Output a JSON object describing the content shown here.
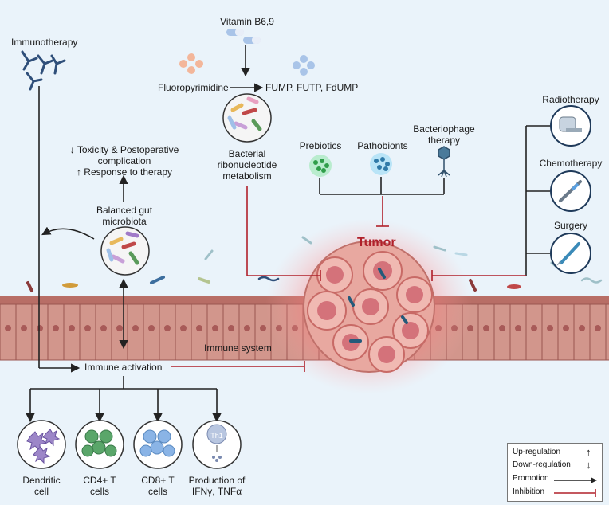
{
  "labels": {
    "immunotherapy": "Immunotherapy",
    "vitamin": "Vitamin B6,9",
    "fluoropyrimidine": "Fluoropyrimidine",
    "fump": "FUMP, FUTP, FdUMP",
    "bacterial_metabolism": [
      "Bacterial",
      "ribonucleotide",
      "metabolism"
    ],
    "toxicity": [
      "↓ Toxicity & Postoperative",
      "complication",
      "↑ Response to therapy"
    ],
    "balanced": [
      "Balanced gut",
      "microbiota"
    ],
    "prebiotics": "Prebiotics",
    "pathobionts": "Pathobionts",
    "bacteriophage": [
      "Bacteriophage",
      "therapy"
    ],
    "tumor": "Tumor",
    "radiotherapy": "Radiotherapy",
    "chemotherapy": "Chemotherapy",
    "surgery": "Surgery",
    "immune_system": "Immune system",
    "immune_activation": "Immune activation",
    "dendritic": [
      "Dendritic",
      "cell"
    ],
    "cd4": [
      "CD4+ T",
      "cells"
    ],
    "cd8": [
      "CD8+ T",
      "cells"
    ],
    "production": [
      "Production of",
      "IFNγ, TNFα"
    ],
    "th1": "Th1"
  },
  "legend": {
    "up": "Up-regulation",
    "down": "Down-regulation",
    "promotion": "Promotion",
    "inhibition": "Inhibition",
    "up_icon": "up-arrow-icon",
    "down_icon": "down-arrow-icon"
  },
  "colors": {
    "background": "#eaf3fa",
    "promotion": "#222222",
    "inhibition": "#b0202a",
    "tissue": "#c9837a",
    "tumor_glow": "#ff6b6b",
    "dendritic": "#9c86c8",
    "cd4": "#5aa66a",
    "cd8": "#8ab4e6"
  }
}
